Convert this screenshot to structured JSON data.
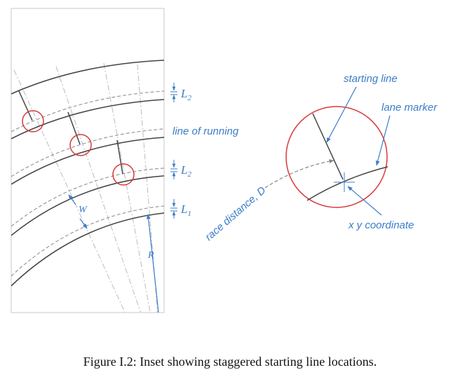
{
  "labels": {
    "l2_top": "L",
    "l2_top_sub": "2",
    "l2_mid": "L",
    "l2_mid_sub": "2",
    "l1": "L",
    "l1_sub": "1",
    "line_of_running": "line of running",
    "w": "W",
    "r": "R",
    "starting_line": "starting line",
    "lane_marker": "lane marker",
    "race_distance": "race distance, D",
    "xy_coordinate": "x y coordinate"
  },
  "caption": "Figure I.2: Inset showing staggered starting line locations.",
  "colors": {
    "label": "#3b7cc9",
    "circle": "#d9393a",
    "line": "#444444",
    "dashed": "#9a9a9a"
  }
}
